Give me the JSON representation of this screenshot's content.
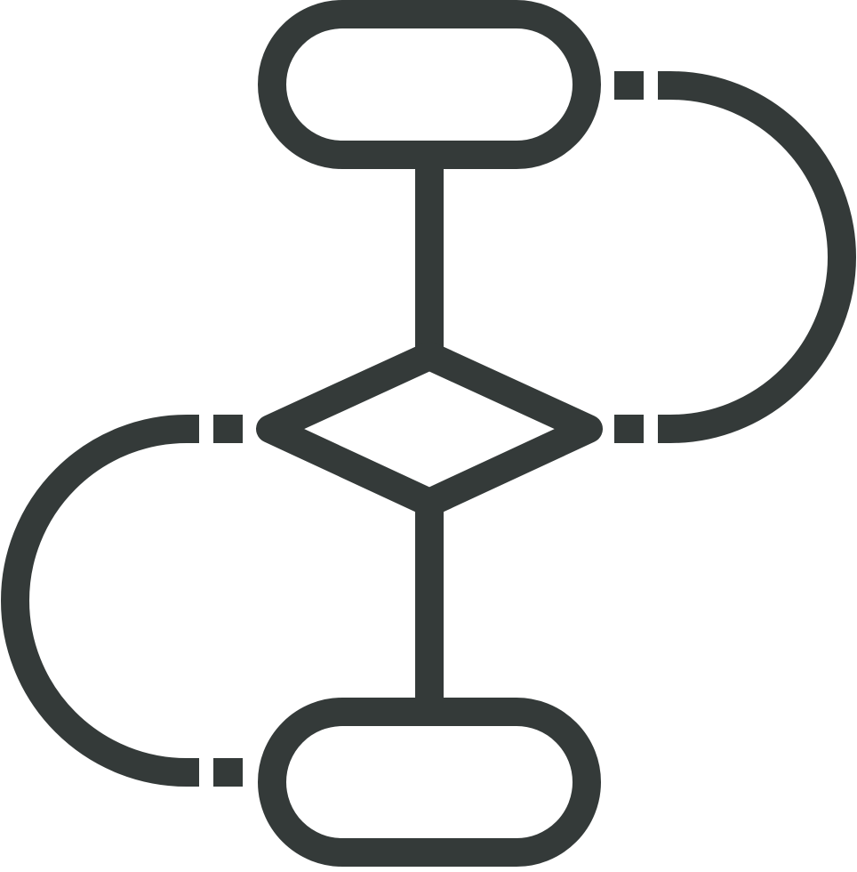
{
  "diagram": {
    "icon_name": "flowchart-icon",
    "stroke_color": "#343a39",
    "background_color": "#ffffff",
    "nodes": [
      {
        "id": "top-terminal",
        "shape": "rounded-rectangle"
      },
      {
        "id": "decision",
        "shape": "diamond"
      },
      {
        "id": "bottom-terminal",
        "shape": "rounded-rectangle"
      }
    ],
    "connectors": [
      {
        "from": "top-terminal",
        "to": "decision",
        "style": "solid"
      },
      {
        "from": "decision",
        "to": "bottom-terminal",
        "style": "solid"
      },
      {
        "from": "top-terminal",
        "to": "decision",
        "style": "dashed-arc",
        "side": "right"
      },
      {
        "from": "decision",
        "to": "bottom-terminal",
        "style": "dashed-arc",
        "side": "left"
      }
    ]
  }
}
